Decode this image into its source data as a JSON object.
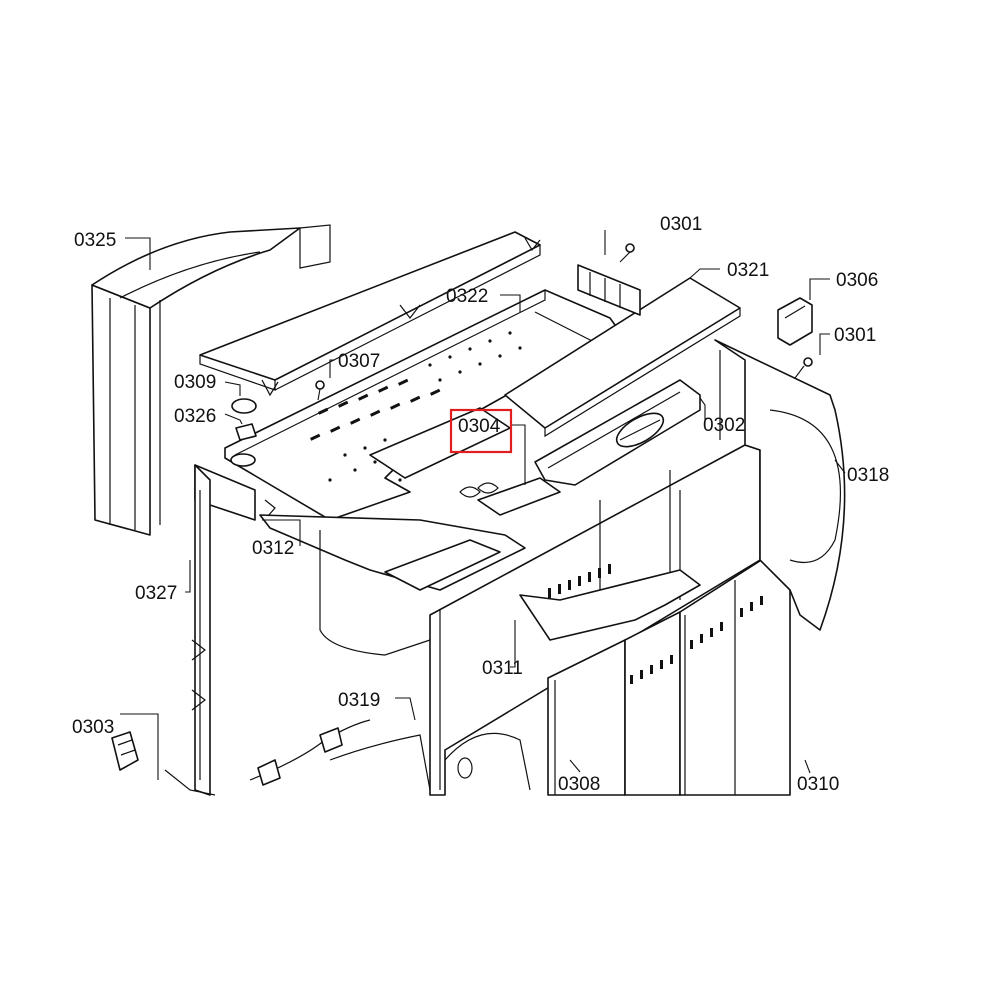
{
  "diagram": {
    "type": "exploded-parts-diagram",
    "highlight_color": "#e01e1e",
    "highlighted_part": "0304",
    "callouts": {
      "c0325": "0325",
      "c0301_top": "0301",
      "c0321": "0321",
      "c0306": "0306",
      "c0322": "0322",
      "c0301": "0301",
      "c0307": "0307",
      "c0309": "0309",
      "c0326": "0326",
      "c0304": "0304",
      "c0302": "0302",
      "c0318": "0318",
      "c0312": "0312",
      "c0327": "0327",
      "c0311": "0311",
      "c0319": "0319",
      "c0303": "0303",
      "c0308": "0308",
      "c0310": "0310"
    }
  }
}
